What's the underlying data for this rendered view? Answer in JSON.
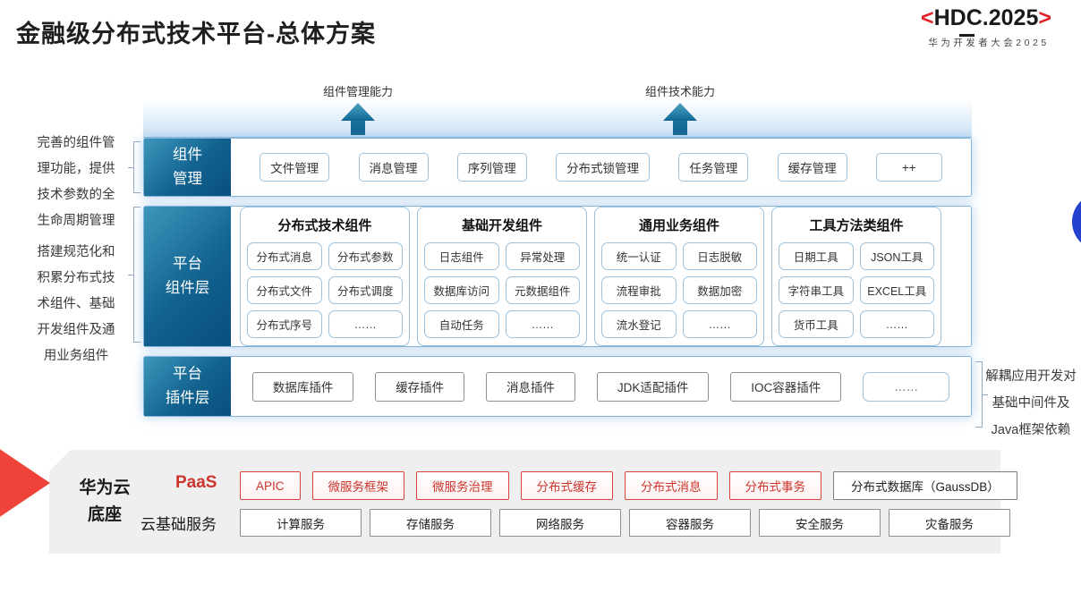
{
  "header": {
    "title": "金融级分布式技术平台-总体方案"
  },
  "logo": {
    "bracket_left": "<",
    "name": "HDC.2025",
    "bracket_right": ">",
    "subtitle": "华为开发者大会2025"
  },
  "arrows": [
    {
      "label": "组件管理能力"
    },
    {
      "label": "组件技术能力"
    }
  ],
  "annotations": {
    "left_top": "完善的组件管\n理功能，提供\n技术参数的全\n生命周期管理",
    "left_bottom": "搭建规范化和\n积累分布式技\n术组件、基础\n开发组件及通\n用业务组件",
    "right": "解耦应用开发对\n基础中间件及\nJava框架依赖"
  },
  "rows": {
    "management": {
      "label": "组件\n管理",
      "items": [
        "文件管理",
        "消息管理",
        "序列管理",
        "分布式锁管理",
        "任务管理",
        "缓存管理",
        "++"
      ]
    },
    "components": {
      "label": "平台\n组件层",
      "groups": [
        {
          "title": "分布式技术组件",
          "items": [
            "分布式消息",
            "分布式参数",
            "分布式文件",
            "分布式调度",
            "分布式序号",
            "……"
          ]
        },
        {
          "title": "基础开发组件",
          "items": [
            "日志组件",
            "异常处理",
            "数据库访问",
            "元数据组件",
            "自动任务",
            "……"
          ]
        },
        {
          "title": "通用业务组件",
          "items": [
            "统一认证",
            "日志脱敏",
            "流程审批",
            "数据加密",
            "流水登记",
            "……"
          ]
        },
        {
          "title": "工具方法类组件",
          "items": [
            "日期工具",
            "JSON工具",
            "字符串工具",
            "EXCEL工具",
            "货币工具",
            "……"
          ]
        }
      ]
    },
    "plugins": {
      "label": "平台\n插件层",
      "items": [
        "数据库插件",
        "缓存插件",
        "消息插件",
        "JDK适配插件",
        "IOC容器插件",
        "……"
      ]
    }
  },
  "foundation": {
    "label": "华为云\n底座",
    "paas": {
      "label": "PaaS",
      "items": [
        "APIC",
        "微服务框架",
        "微服务治理",
        "分布式缓存",
        "分布式消息",
        "分布式事务"
      ],
      "db": "分布式数据库（GaussDB）"
    },
    "cloud": {
      "label": "云基础服务",
      "items": [
        "计算服务",
        "存储服务",
        "网络服务",
        "容器服务",
        "安全服务",
        "灾备服务"
      ]
    }
  },
  "colors": {
    "teal_a": "#3c98bc",
    "teal_b": "#084f7c",
    "accent_red": "#d6423c",
    "red_text": "#cc352e",
    "border_blue": "#9cc2de",
    "row_border": "#85b4da",
    "slab_gray": "#efefef",
    "ink": "#222222"
  }
}
